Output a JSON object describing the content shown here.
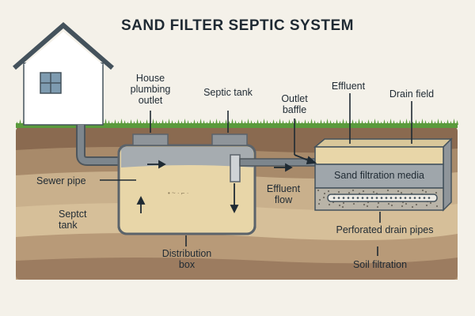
{
  "title": "SAND FILTER SEPTIC SYSTEM",
  "labels": {
    "house_plumbing_outlet": "House\nplumbing\noutlet",
    "septic_tank_top": "Septic tank",
    "outlet_baffle": "Outlet\nbaffle",
    "effluent": "Effluent",
    "drain_field": "Drain field",
    "sewer_pipe": "Sewer pipe",
    "effluent_flow": "Effluent\nflow",
    "sand_filtration_media": "Sand filtration media",
    "septic_tank_side": "Septct\ntank",
    "perforated_drain_pipes": "Perforated drain pipes",
    "distribution_box": "Distribution\nbox",
    "soil_filtration": "Soil filtration"
  },
  "colors": {
    "sky": "#f4f1e9",
    "grass": "#5a9a3c",
    "soil_top": "#8a6a50",
    "soil_mid": "#c9b08c",
    "soil_deep": "#9c7c60",
    "tank": "#8f959a",
    "sand": "#e8d6a8",
    "pipe": "#6e767d",
    "ink": "#1f2a33"
  }
}
